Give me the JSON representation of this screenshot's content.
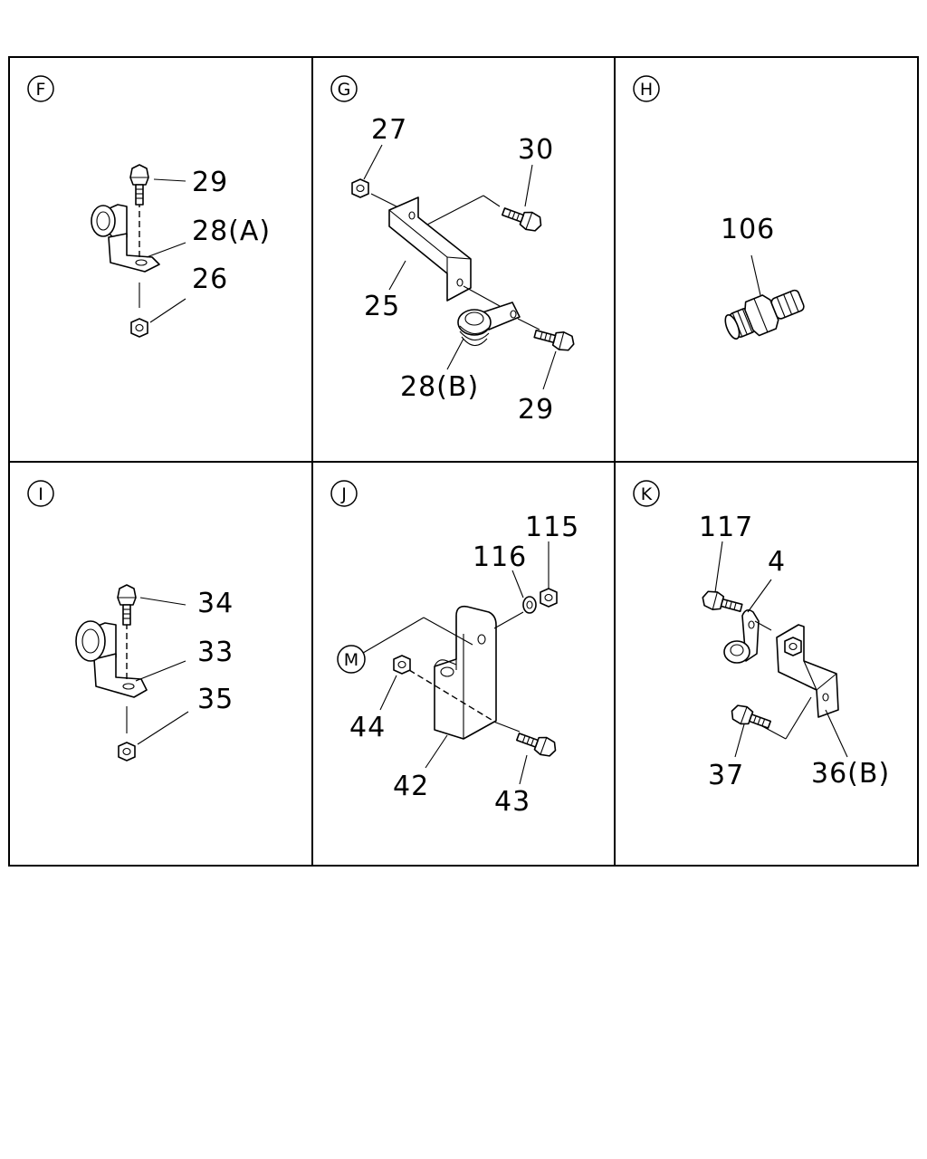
{
  "panels": [
    {
      "id": "F",
      "labels": {
        "p29": "29",
        "p28a": "28(A)",
        "p26": "26"
      }
    },
    {
      "id": "G",
      "labels": {
        "p27": "27",
        "p30": "30",
        "p25": "25",
        "p28b": "28(B)",
        "p29": "29"
      }
    },
    {
      "id": "H",
      "labels": {
        "p106": "106"
      }
    },
    {
      "id": "I",
      "labels": {
        "p34": "34",
        "p33": "33",
        "p35": "35"
      }
    },
    {
      "id": "J",
      "labels": {
        "p115": "115",
        "p116": "116",
        "m": "M",
        "p44": "44",
        "p42": "42",
        "p43": "43"
      }
    },
    {
      "id": "K",
      "labels": {
        "p117": "117",
        "p4": "4",
        "p37": "37",
        "p36b": "36(B)"
      }
    }
  ]
}
